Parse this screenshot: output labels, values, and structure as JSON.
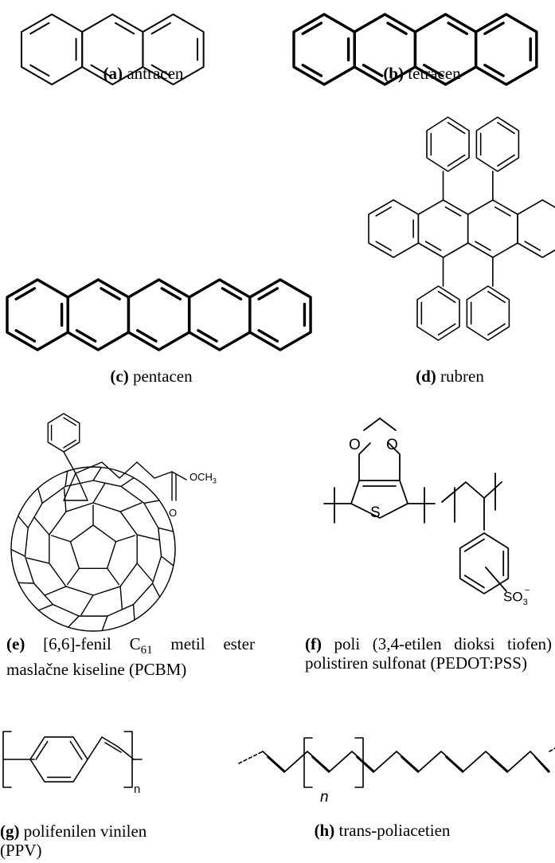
{
  "figures": [
    {
      "id": "a",
      "letter": "(a)",
      "name": "antracen"
    },
    {
      "id": "b",
      "letter": "(b)",
      "name": "tetracen"
    },
    {
      "id": "c",
      "letter": "(c)",
      "name": "pentacen"
    },
    {
      "id": "d",
      "letter": "(d)",
      "name": "rubren"
    },
    {
      "id": "e",
      "letter": "(e)",
      "name_pre": "[6,6]-fenil C",
      "name_sub": "61",
      "name_post": " metil ester maslačne kiseline (PCBM)"
    },
    {
      "id": "f",
      "letter": "(f)",
      "name": "poli (3,4-etilen dioksi tiofen) polistiren sulfonat (PEDOT:PSS)"
    },
    {
      "id": "g",
      "letter": "(g)",
      "name": "polifenilen vinilen (PPV)"
    },
    {
      "id": "h",
      "letter": "(h)",
      "name": "trans-poliacetien"
    }
  ],
  "atom_labels": {
    "methoxy_o": "OCH",
    "methoxy_sub": "3",
    "carbonyl_o": "O",
    "ether_o": "O",
    "sulfur": "S",
    "sulfonate": "SO",
    "sulfonate_sub": "3",
    "sulfonate_charge": "−",
    "repeat_n": "n"
  }
}
